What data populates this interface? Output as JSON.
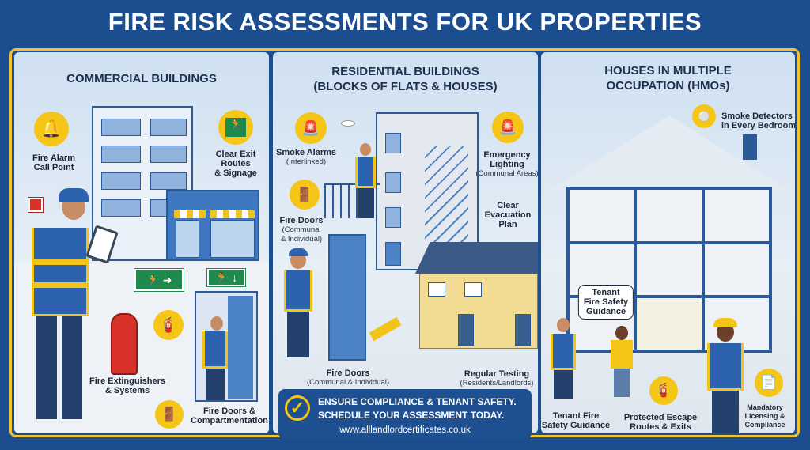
{
  "title": "FIRE RISK ASSESSMENTS FOR UK PROPERTIES",
  "colors": {
    "background": "#1b4d8f",
    "accent": "#f5c518",
    "panel": "#dce8f4",
    "exit_sign": "#1f8a4c"
  },
  "commercial": {
    "title": "COMMERCIAL BUILDINGS",
    "labels": [
      {
        "text": "Fire Alarm",
        "text2": "Call Point",
        "icon": "fire-alarm-bell-icon"
      },
      {
        "text": "Clear Exit",
        "text2": "Routes",
        "text3": "& Signage",
        "icon": "exit-sign-icon"
      },
      {
        "text": "Fire Extinguishers",
        "text2": "& Systems",
        "icon": "fire-extinguisher-icon"
      },
      {
        "text": "Fire Doors &",
        "text2": "Compartmentation",
        "icon": "fire-door-icon"
      }
    ]
  },
  "residential": {
    "title": "RESIDENTIAL BUILDINGS",
    "subtitle": "(BLOCKS OF FLATS & HOUSES)",
    "labels": [
      {
        "text": "Smoke Alarms",
        "sub": "(Interlinked)",
        "icon": "alarm-beacon-icon"
      },
      {
        "text": "Fire Doors",
        "sub": "(Communal",
        "sub2": "& Individual)",
        "icon": "door-icon"
      },
      {
        "text": "Emergency",
        "text2": "Lighting",
        "sub": "(Communal Areas)",
        "icon": "emergency-light-icon"
      },
      {
        "text": "Clear",
        "text2": "Evacuation",
        "text3": "Plan"
      },
      {
        "text": "Fire Doors",
        "sub": "(Communal & Individual)"
      },
      {
        "text": "Regular Testing",
        "sub": "(Residents/Landlords)"
      }
    ]
  },
  "hmo": {
    "title": "HOUSES IN MULTIPLE",
    "title2": "OCCUPATION (HMOs)",
    "labels": [
      {
        "text": "Smoke Detectors",
        "text2": "in Every Bedroom",
        "icon": "smoke-detector-icon"
      },
      {
        "text": "Tenant",
        "text2": "Fire Safety",
        "text3": "Guidance"
      },
      {
        "text": "Tenant Fire",
        "text2": "Safety Guidance"
      },
      {
        "text": "Protected Escape",
        "text2": "Routes & Exits",
        "icon": "fire-extinguisher-icon"
      },
      {
        "text": "Mandatory",
        "text2": "Licensing &",
        "text3": "Compliance",
        "icon": "document-check-icon"
      }
    ]
  },
  "cta": {
    "line1": "ENSURE COMPLIANCE & TENANT SAFETY.",
    "line2": "SCHEDULE YOUR ASSESSMENT TODAY.",
    "url": "www.alllandlordcertificates.co.uk",
    "icon": "checkmark-circle-icon"
  }
}
